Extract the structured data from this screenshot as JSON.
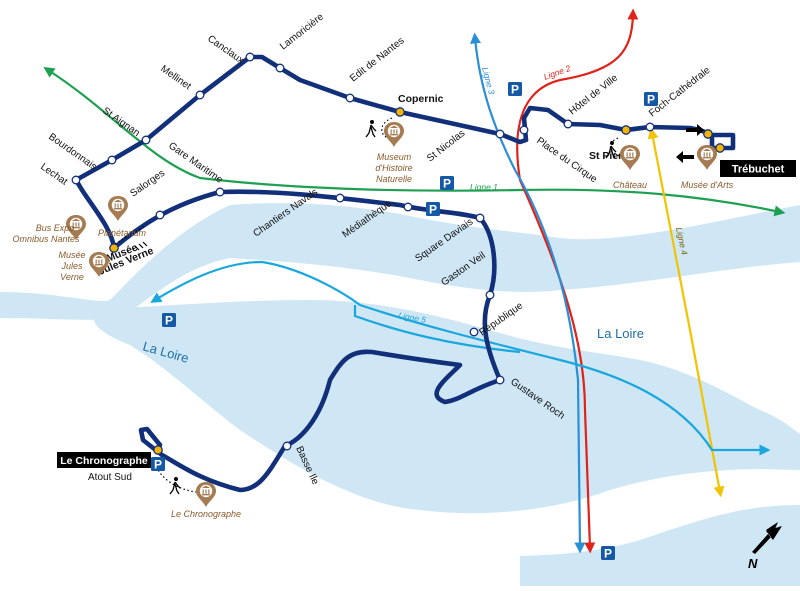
{
  "map": {
    "title": "",
    "colors": {
      "river": "#cfe6f5",
      "route": "#12307a",
      "stop_major": "#f5b400",
      "poi": "#a57b52",
      "parking": "#1559a6",
      "ligne1": "#1ea052",
      "ligne2": "#e0221a",
      "ligne3": "#2a8fd6",
      "ligne4": "#f2c300",
      "ligne5": "#1aa7dd"
    },
    "river_labels": [
      "La Loire",
      "La Loire"
    ],
    "stops": [
      {
        "name": "Canclaux"
      },
      {
        "name": "Lamoricière"
      },
      {
        "name": "Mellinet"
      },
      {
        "name": "Edit de Nantes"
      },
      {
        "name": "Copernic"
      },
      {
        "name": "St Aignan"
      },
      {
        "name": "Bourdonnais"
      },
      {
        "name": "Lechat"
      },
      {
        "name": "Gare Maritime"
      },
      {
        "name": "Salorges"
      },
      {
        "name": "Chantiers Navals"
      },
      {
        "name": "Médiathèque"
      },
      {
        "name": "Square Daviais"
      },
      {
        "name": "Gaston Veil"
      },
      {
        "name": "République"
      },
      {
        "name": "Gustave Roch"
      },
      {
        "name": "Basse Ile"
      },
      {
        "name": "Atout Sud"
      },
      {
        "name": "St Nicolas"
      },
      {
        "name": "Place du Cirque"
      },
      {
        "name": "Hôtel de Ville"
      },
      {
        "name": "Foch-Cathédrale"
      },
      {
        "name": "St Pierre"
      },
      {
        "name": "Musée Jules Verne"
      }
    ],
    "terminals": [
      "Trébuchet",
      "Le Chronographe"
    ],
    "pois": [
      {
        "name": "Museum d'Histoire Naturelle",
        "lines": [
          "Museum",
          "d'Histoire",
          "Naturelle"
        ]
      },
      {
        "name": "Château"
      },
      {
        "name": "Musée d'Arts"
      },
      {
        "name": "Planétarium"
      },
      {
        "name": "Bus Expo Omnibus Nantes",
        "lines": [
          "Bus Expo",
          "Omnibus Nantes"
        ]
      },
      {
        "name": "Musée Jules Verne",
        "lines": [
          "Musée",
          "Jules",
          "Verne"
        ]
      },
      {
        "name": "Le Chronographe"
      }
    ],
    "transit_lines": [
      "Ligne 1",
      "Ligne 2",
      "Ligne 3",
      "Ligne 4",
      "Ligne 5"
    ],
    "parking_symbol": "P",
    "north_label": "N"
  }
}
